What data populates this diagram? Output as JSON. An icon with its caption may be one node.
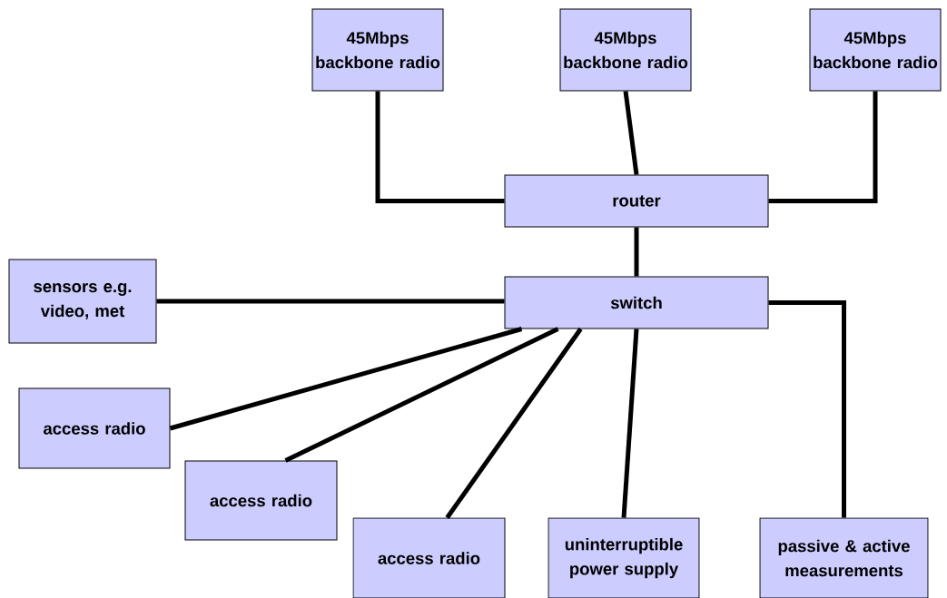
{
  "diagram": {
    "nodes": [
      {
        "text": [
          "45Mbps backbone radio"
        ]
      },
      {
        "text": [
          "45Mbps backbone radio"
        ]
      },
      {
        "text": [
          "45Mbps backbone radio"
        ]
      },
      {
        "text": [
          "router"
        ]
      },
      {
        "text": [
          "switch"
        ]
      },
      {
        "text": [
          "sensors e.g. video, met"
        ]
      },
      {
        "text": [
          "access radio"
        ]
      },
      {
        "text": [
          "access radio"
        ]
      },
      {
        "text": [
          "access radio"
        ]
      },
      {
        "text": [
          "uninterruptible power supply"
        ]
      },
      {
        "text": [
          "passive & active measurements"
        ]
      }
    ],
    "edges": [
      {
        "from": 0,
        "to": 3,
        "arrow": "none"
      },
      {
        "from": 1,
        "to": 3,
        "arrow": "none"
      },
      {
        "from": 2,
        "to": 3,
        "arrow": "none"
      },
      {
        "from": 3,
        "to": 4,
        "arrow": "none"
      },
      {
        "from": 5,
        "to": 4,
        "arrow": "none"
      },
      {
        "from": 4,
        "to": 6,
        "arrow": "none"
      },
      {
        "from": 4,
        "to": 7,
        "arrow": "none"
      },
      {
        "from": 4,
        "to": 8,
        "arrow": "none"
      },
      {
        "from": 4,
        "to": 9,
        "arrow": "none"
      },
      {
        "from": 4,
        "to": 10,
        "arrow": "none"
      }
    ]
  }
}
